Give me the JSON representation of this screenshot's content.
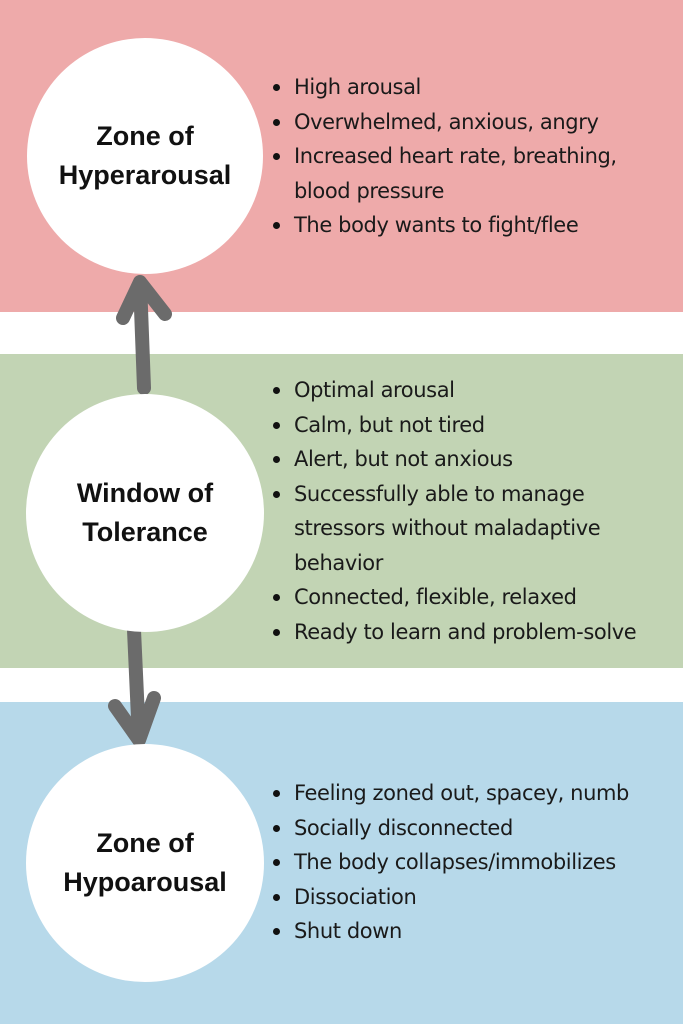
{
  "colors": {
    "hyper_band": "#eeaaaa",
    "window_band": "#c2d4b4",
    "hypo_band": "#b7d9ea",
    "arrow": "#6b6b6b",
    "circle": "#ffffff"
  },
  "zones": {
    "hyper": {
      "title_lines": [
        "Zone of",
        "Hyperarousal"
      ],
      "bullets": [
        [
          "High arousal"
        ],
        [
          "Overwhelmed, anxious, angry"
        ],
        [
          "Increased heart rate, breathing,",
          "blood pressure"
        ],
        [
          "The body wants to fight/flee"
        ]
      ]
    },
    "window": {
      "title_lines": [
        "Window of",
        "Tolerance"
      ],
      "bullets": [
        [
          "Optimal arousal"
        ],
        [
          "Calm, but not tired"
        ],
        [
          "Alert, but not anxious"
        ],
        [
          "Successfully able to manage",
          "stressors without maladaptive",
          "behavior"
        ],
        [
          "Connected, flexible, relaxed"
        ],
        [
          "Ready to learn and problem-solve"
        ]
      ]
    },
    "hypo": {
      "title_lines": [
        "Zone of",
        "Hypoarousal"
      ],
      "bullets": [
        [
          "Feeling zoned out, spacey, numb"
        ],
        [
          "Socially disconnected"
        ],
        [
          "The body collapses/immobilizes"
        ],
        [
          "Dissociation"
        ],
        [
          "Shut down"
        ]
      ]
    }
  }
}
